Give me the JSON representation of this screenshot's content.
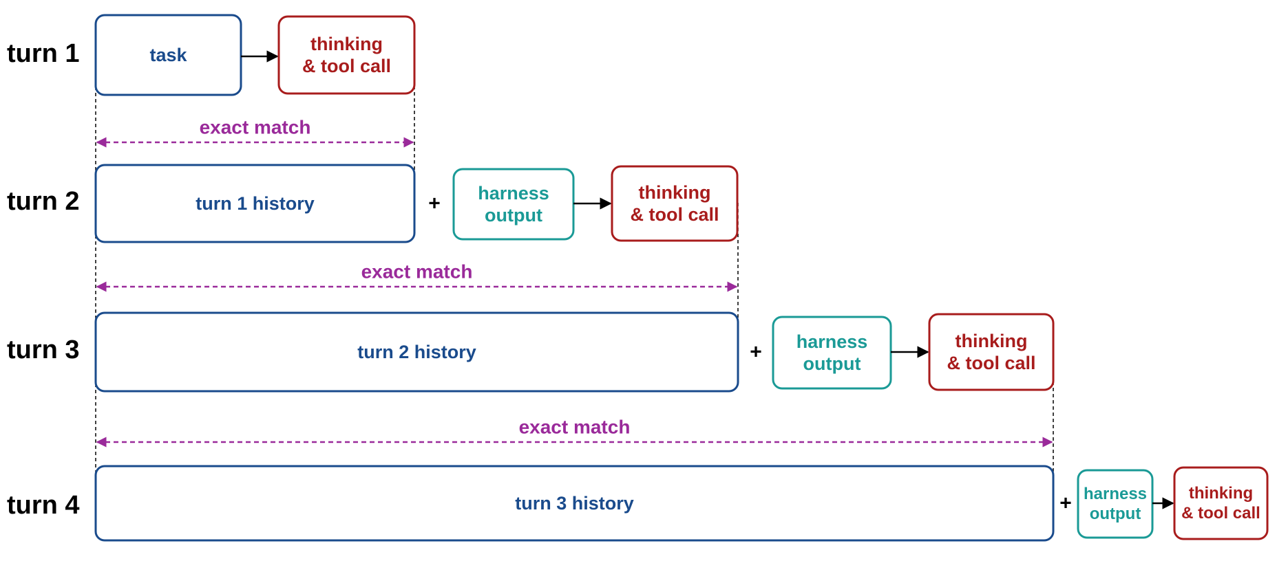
{
  "colors": {
    "history_blue": "#1a4b8c",
    "harness_teal": "#1a9a96",
    "thinking_red": "#a81c1c",
    "match_purple": "#9a2a9a",
    "arrow_black": "#000000"
  },
  "match_label": "exact match",
  "plus": "+",
  "turns": [
    {
      "label": "turn 1",
      "history": {
        "lines": [
          "task"
        ]
      },
      "harness": null,
      "thinking": {
        "lines": [
          "thinking",
          "& tool call"
        ]
      }
    },
    {
      "label": "turn 2",
      "history": {
        "lines": [
          "turn 1 history"
        ]
      },
      "harness": {
        "lines": [
          "harness",
          "output"
        ]
      },
      "thinking": {
        "lines": [
          "thinking",
          "& tool call"
        ]
      }
    },
    {
      "label": "turn 3",
      "history": {
        "lines": [
          "turn 2 history"
        ]
      },
      "harness": {
        "lines": [
          "harness",
          "output"
        ]
      },
      "thinking": {
        "lines": [
          "thinking",
          "& tool call"
        ]
      }
    },
    {
      "label": "turn 4",
      "history": {
        "lines": [
          "turn 3 history"
        ]
      },
      "harness": {
        "lines": [
          "harness",
          "output"
        ]
      },
      "thinking": {
        "lines": [
          "thinking",
          "& tool call"
        ]
      }
    }
  ]
}
